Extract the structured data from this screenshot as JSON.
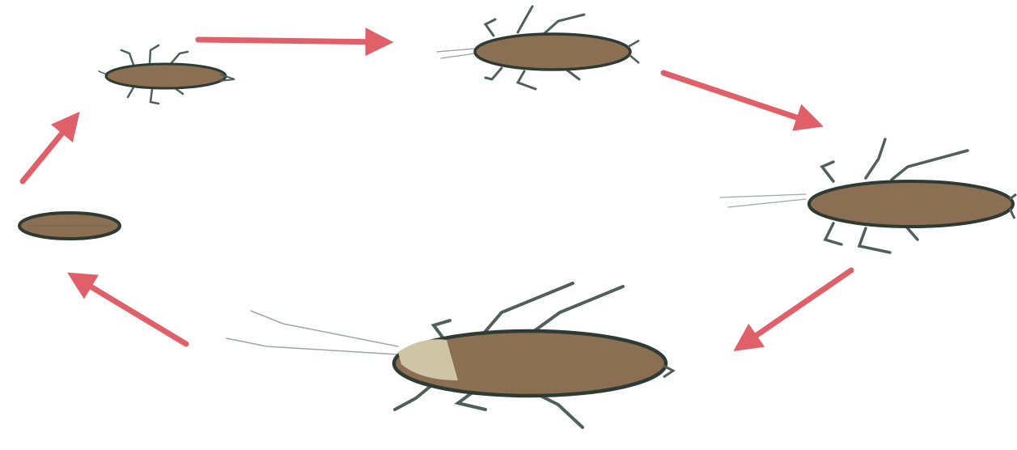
{
  "diagram": {
    "kind": "life-cycle",
    "stages": [
      {
        "id": "egg-case",
        "icon": "ootheca-icon"
      },
      {
        "id": "nymph-small",
        "icon": "small-nymph-icon"
      },
      {
        "id": "nymph-medium",
        "icon": "medium-nymph-icon"
      },
      {
        "id": "nymph-large",
        "icon": "large-nymph-icon"
      },
      {
        "id": "adult",
        "icon": "adult-cockroach-icon"
      }
    ],
    "arrows": [
      {
        "from": "egg-case",
        "to": "nymph-small"
      },
      {
        "from": "nymph-small",
        "to": "nymph-medium"
      },
      {
        "from": "nymph-medium",
        "to": "nymph-large"
      },
      {
        "from": "nymph-large",
        "to": "adult"
      },
      {
        "from": "adult",
        "to": "egg-case"
      }
    ]
  },
  "colors": {
    "arrow": "#e0606a",
    "body_fill": "#8a6f52",
    "body_outline": "#2e3a33",
    "legs": "#4f6157",
    "head_pale": "#cfc5a6",
    "background": "#ffffff"
  }
}
